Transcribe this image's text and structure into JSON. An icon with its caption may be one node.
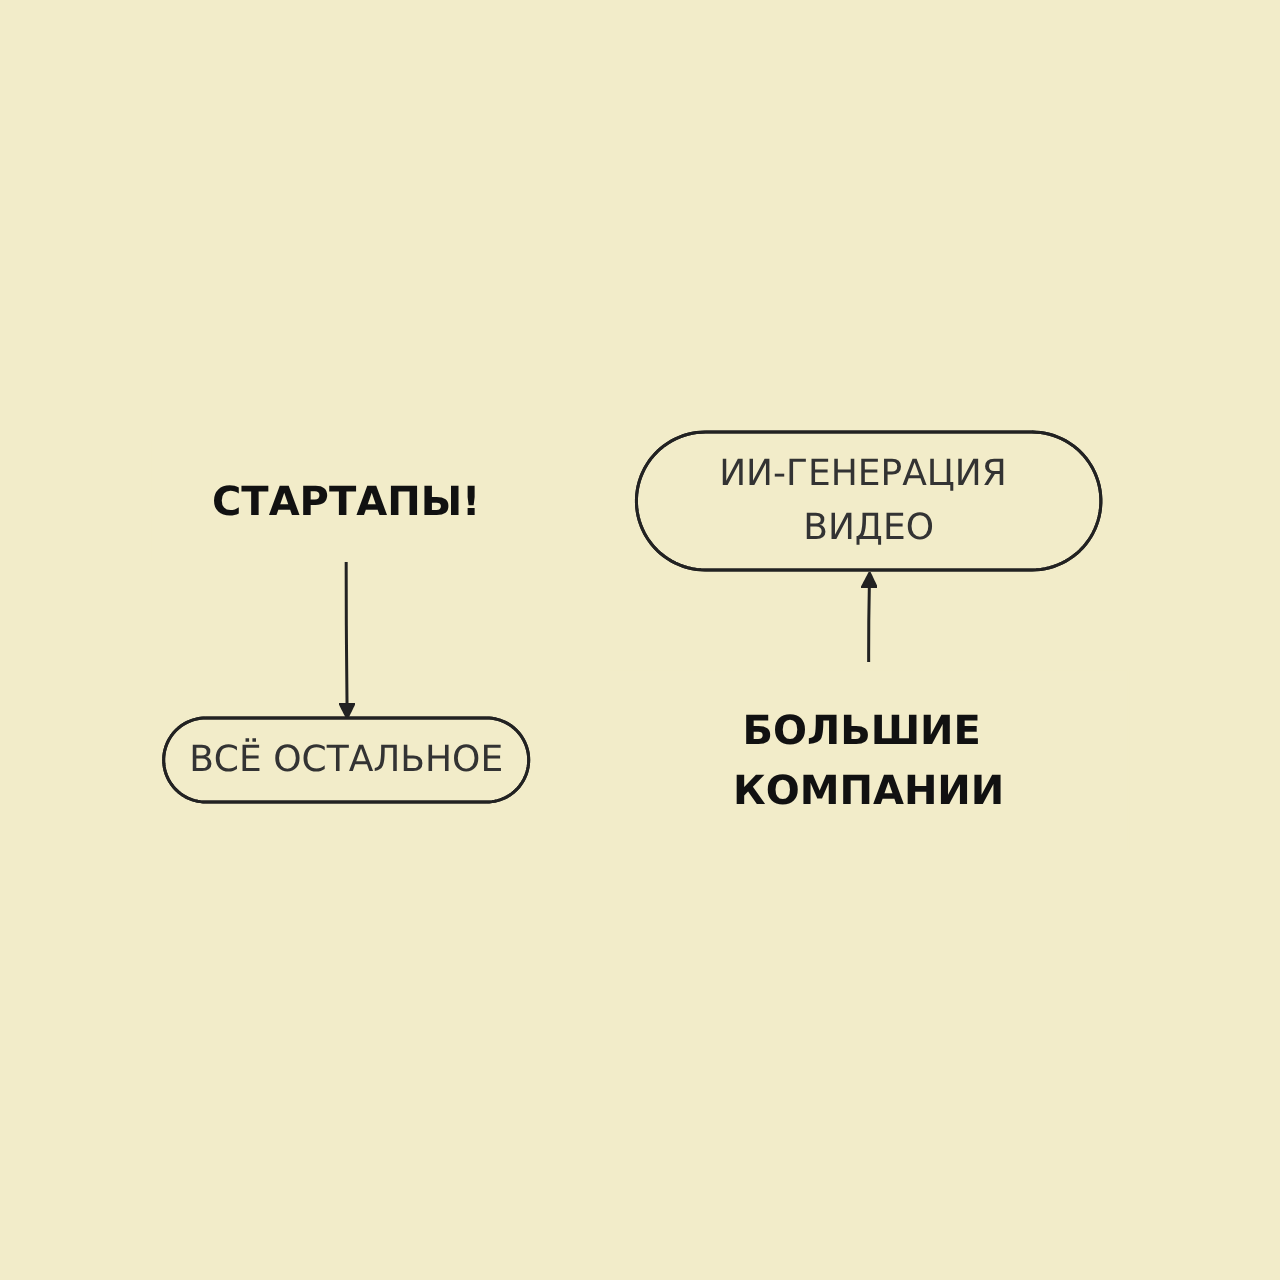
{
  "diagram": {
    "nodes": [
      {
        "text": [
          "СТАРТАПЫ!"
        ]
      },
      {
        "text": [
          "ВСЁ ОСТАЛЬНОЕ"
        ]
      },
      {
        "text": [
          "ИИ-ГЕНЕРАЦИЯ ВИДЕО"
        ]
      },
      {
        "text": [
          "БОЛЬШИЕ КОМПАНИИ"
        ]
      }
    ],
    "edges": [
      {
        "from": 0,
        "to": 1,
        "arrow": "to"
      },
      {
        "from": 3,
        "to": 2,
        "arrow": "to"
      }
    ]
  }
}
